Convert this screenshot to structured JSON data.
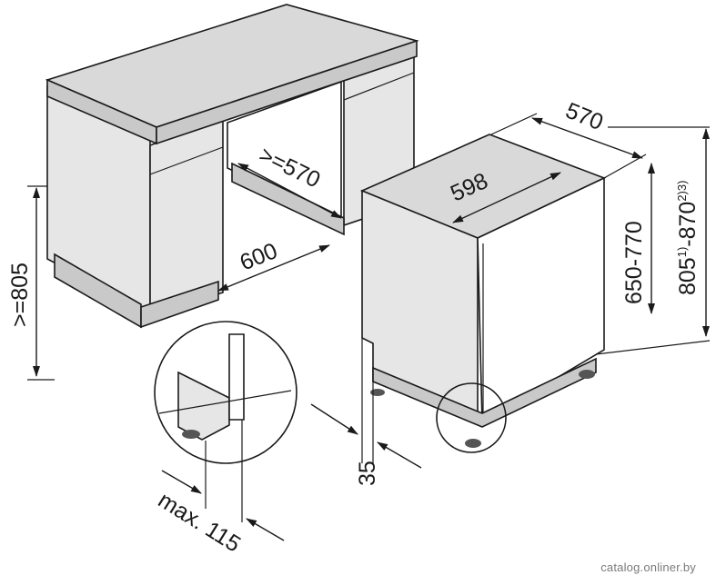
{
  "dimensions": {
    "niche_height": ">=805",
    "niche_width": "600",
    "niche_depth": ">=570",
    "appliance_width": "598",
    "appliance_depth": "570",
    "appliance_height": "650-770",
    "total_height_base": "805",
    "total_height_sup1": "1)",
    "total_height_mid": "-870",
    "total_height_sup2": "2)3)",
    "plinth_offset": "35",
    "door_overhang": "max. 115"
  },
  "watermark": "catalog.onliner.by"
}
